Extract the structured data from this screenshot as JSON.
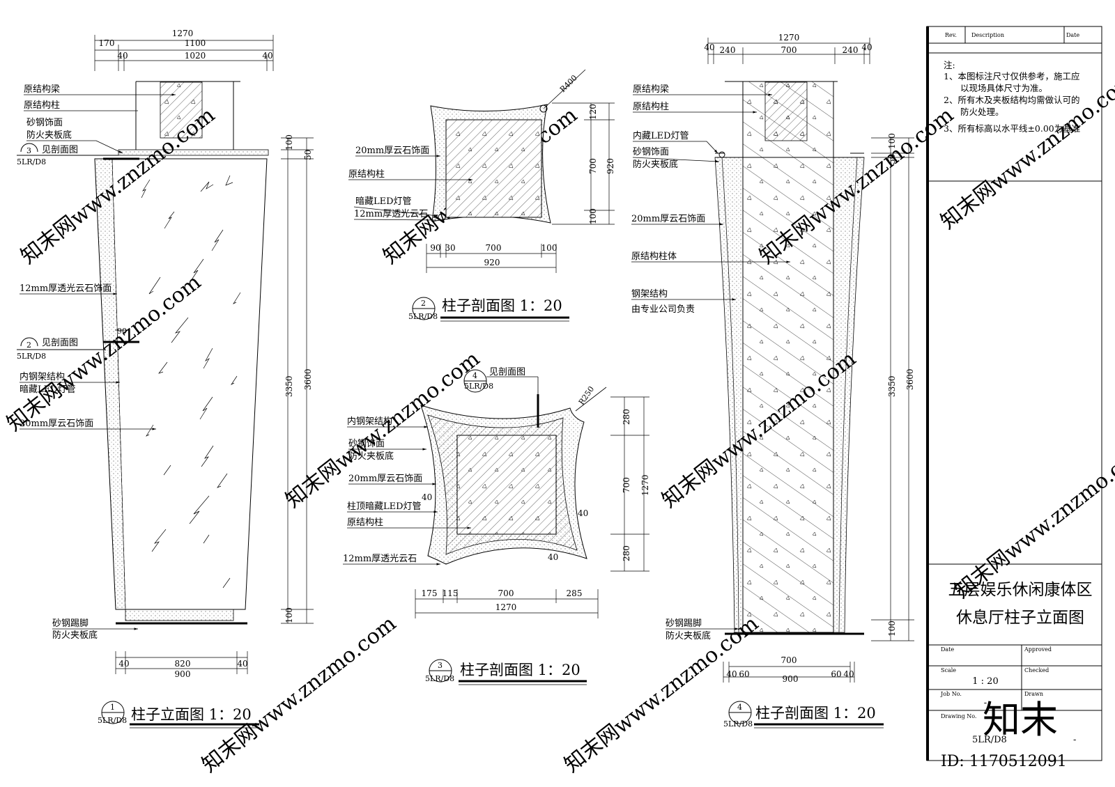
{
  "watermarks": {
    "site": "知末网www.znzmo.com",
    "logo": "知末",
    "id_text": "ID: 1170512091"
  },
  "drawing1": {
    "title": "柱子立面图 1：20",
    "ref_top": "1",
    "ref_bottom": "5LR/D8",
    "dims_top": [
      "1270",
      "170",
      "1100",
      "40",
      "1020",
      "40"
    ],
    "dims_right": [
      "100",
      "50",
      "3350",
      "3600",
      "100"
    ],
    "dims_bottom": [
      "40",
      "820",
      "40",
      "900"
    ],
    "dim_mid": "90",
    "labels": [
      "原结构梁",
      "原结构柱",
      "砂钢饰面",
      "防火夹板底",
      "12mm厚透光云石饰面",
      "内钢架结构",
      "暗藏LED灯管",
      "20mm厚云石饰面",
      "砂钢踢脚",
      "防火夹板底"
    ],
    "see_ref_3": {
      "num": "3",
      "sheet": "5LR/D8",
      "text": "见剖面图"
    },
    "see_ref_2": {
      "num": "2",
      "sheet": "5LR/D8",
      "text": "见剖面图"
    }
  },
  "drawing2": {
    "title": "柱子剖面图 1：20",
    "ref_top": "2",
    "ref_bottom": "5LR/D8",
    "radius": "R400",
    "dims_right": [
      "120",
      "700",
      "920",
      "100"
    ],
    "dims_bottom": [
      "90",
      "30",
      "700",
      "100",
      "920"
    ],
    "labels": [
      "20mm厚云石饰面",
      "原结构柱",
      "暗藏LED灯管",
      "12mm厚透光云石"
    ]
  },
  "drawing3": {
    "title": "柱子剖面图 1：20",
    "ref_top": "3",
    "ref_bottom": "5LR/D8",
    "radius": "R250",
    "see_ref": {
      "num": "4",
      "sheet": "5LR/D8",
      "text": "见剖面图"
    },
    "dims_right": [
      "280",
      "700",
      "1270",
      "280"
    ],
    "dims_inner": [
      "40",
      "40",
      "40"
    ],
    "dims_bottom": [
      "175",
      "115",
      "700",
      "285",
      "1270"
    ],
    "labels": [
      "内钢架结构",
      "砂钢饰面",
      "防火夹板底",
      "20mm厚云石饰面",
      "柱顶暗藏LED灯管",
      "原结构柱",
      "12mm厚透光云石"
    ]
  },
  "drawing4": {
    "title": "柱子剖面图 1：20",
    "ref_top": "4",
    "ref_bottom": "5LR/D8",
    "dims_top": [
      "1270",
      "40",
      "240",
      "700",
      "240",
      "40"
    ],
    "dims_right": [
      "50",
      "100",
      "3350",
      "3600",
      "100"
    ],
    "dims_bottom": [
      "700",
      "40",
      "60",
      "900",
      "60",
      "40"
    ],
    "labels": [
      "原结构梁",
      "原结构柱",
      "内藏LED灯管",
      "砂钢饰面",
      "防火夹板底",
      "20mm厚云石饰面",
      "原结构柱体",
      "钢架结构",
      "由专业公司负责",
      "砂钢踢脚",
      "防火夹板底"
    ]
  },
  "title_block": {
    "rev": "Rev.",
    "description": "Description",
    "date_col": "Date",
    "notes_heading": "注:",
    "notes": [
      "1、本图标注尺寸仅供参考，施工应",
      "以现场具体尺寸为准。",
      "2、所有木及夹板结构均需做认可的",
      "防火处理。",
      "3、所有标高以水平线±0.00为基准"
    ],
    "project_line1": "五层娱乐休闲康体区",
    "project_line2": "休息厅柱子立面图",
    "date_label": "Date",
    "approved_label": "Approved",
    "scale_label": "Scale",
    "scale_value": "1 : 20",
    "checked_label": "Checked",
    "job_label": "Job No.",
    "job_value": "-",
    "drawn_label": "Drawn",
    "drawing_no_label": "Drawing No.",
    "drawing_no_value": "5LR/D8",
    "drawing_no_extra": "-"
  }
}
